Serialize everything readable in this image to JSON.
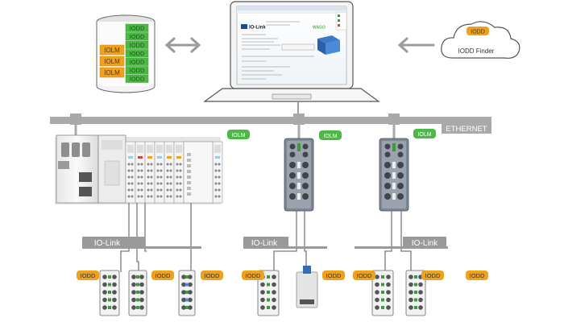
{
  "cloud": {
    "label": "IODD Finder",
    "badge": "IODD"
  },
  "database": {
    "iodd_items": [
      "IODD",
      "IODD",
      "IODD",
      "IODD",
      "IODD",
      "IODD",
      "IODD"
    ],
    "iolm_items": [
      "IOLM",
      "IOLM",
      "IOLM"
    ]
  },
  "laptop": {
    "brand": "IO-Link",
    "vendor": "WAGO"
  },
  "network": {
    "ethernet_label": "ETHERNET",
    "iolm_badges": [
      "IOLM",
      "IOLM",
      "IOLM"
    ]
  },
  "segments": {
    "io_link_labels": [
      "IO-Link",
      "IO-Link",
      "IO-Link"
    ],
    "iodd_badges": [
      "IODD",
      "IODD",
      "IODD",
      "IODD",
      "IODD",
      "IODD",
      "IODD",
      "IODD"
    ]
  },
  "colors": {
    "iodd": "#F0A11A",
    "iolm": "#4CB944",
    "ethernet_bar": "#A9A9A9",
    "label_bar": "#9A9A9A",
    "line": "#7A7A7A"
  },
  "icons": {
    "arrow_left": "double-arrow-icon",
    "arrow_to_laptop": "arrow-left-icon"
  }
}
